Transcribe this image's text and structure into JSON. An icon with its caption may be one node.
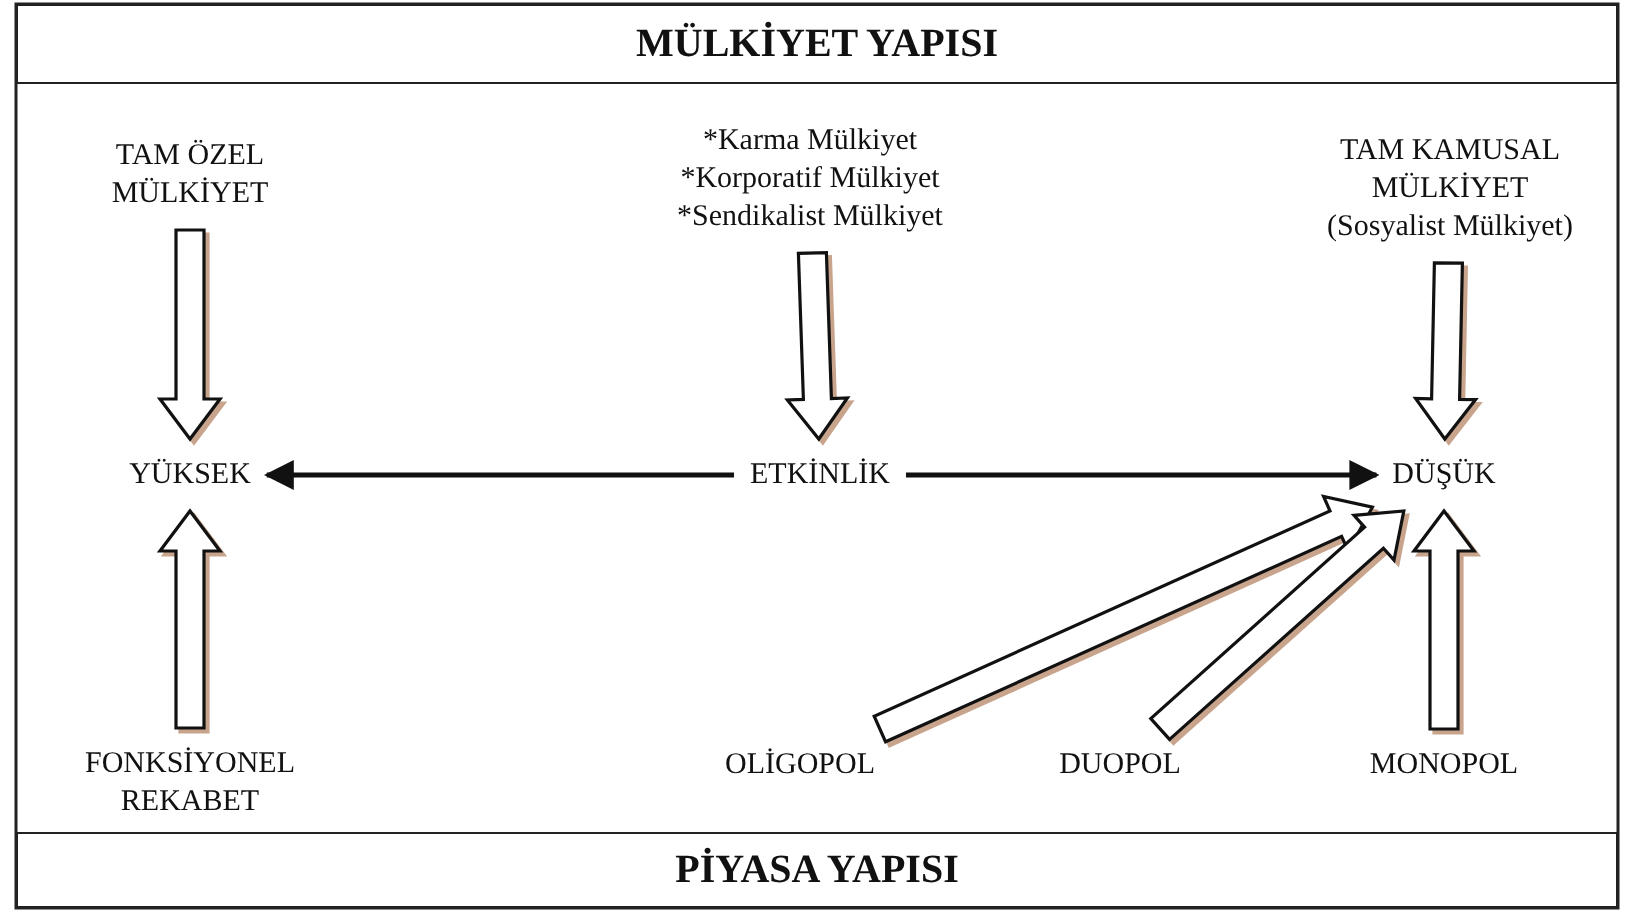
{
  "diagram": {
    "nodes": [
      {
        "text": [
          "MÜLKİYET YAPISI"
        ]
      },
      {
        "text": [
          "TAM ÖZEL MÜLKİYET"
        ]
      },
      {
        "text": [
          "*Karma Mülkiyet",
          "*Korporatif Mülkiyet",
          "*Sendikalist Mülkiyet"
        ]
      },
      {
        "text": [
          "TAM KAMUSAL MÜLKİYET",
          "(Sosyalist Mülkiyet)"
        ]
      },
      {
        "text": [
          "YÜKSEK"
        ]
      },
      {
        "text": [
          "ETKİNLİK"
        ]
      },
      {
        "text": [
          "DÜŞÜK"
        ]
      },
      {
        "text": [
          "FONKSİYONEL REKABET"
        ]
      },
      {
        "text": [
          "OLİGOPOL"
        ]
      },
      {
        "text": [
          "DUOPOL"
        ]
      },
      {
        "text": [
          "MONOPOL"
        ]
      },
      {
        "text": [
          "PİYASA YAPISI"
        ]
      }
    ],
    "edges": [
      {
        "from": 1,
        "to": 4,
        "arrow": "to",
        "style": "thick"
      },
      {
        "from": 2,
        "to": 5,
        "arrow": "to",
        "style": "thick"
      },
      {
        "from": 3,
        "to": 6,
        "arrow": "to",
        "style": "thick"
      },
      {
        "from": 5,
        "to": 4,
        "arrow": "to"
      },
      {
        "from": 5,
        "to": 6,
        "arrow": "to"
      },
      {
        "from": 7,
        "to": 4,
        "arrow": "to",
        "style": "thick"
      },
      {
        "from": 8,
        "to": 6,
        "arrow": "to",
        "style": "thick"
      },
      {
        "from": 9,
        "to": 6,
        "arrow": "to",
        "style": "thick"
      },
      {
        "from": 10,
        "to": 6,
        "arrow": "to",
        "style": "thick"
      }
    ]
  }
}
